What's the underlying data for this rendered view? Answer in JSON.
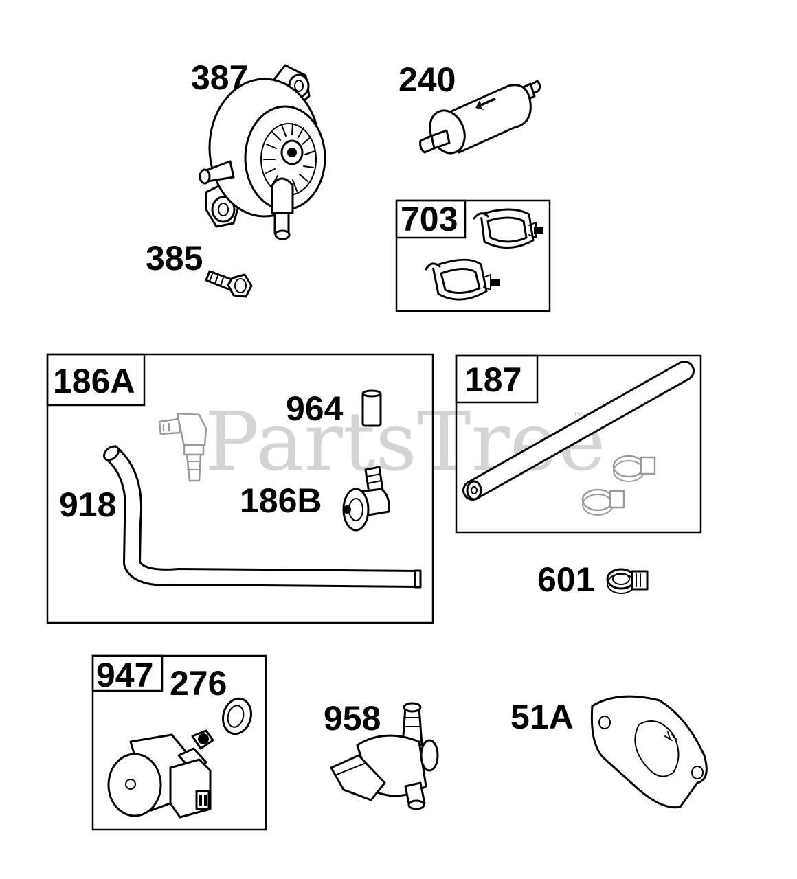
{
  "watermark": "PartsTree",
  "trademark": "™",
  "labels": {
    "p387": "387",
    "p240": "240",
    "p703": "703",
    "p385": "385",
    "p186A": "186A",
    "p964": "964",
    "p186B": "186B",
    "p918": "918",
    "p187": "187",
    "p601": "601",
    "p947": "947",
    "p276": "276",
    "p958": "958",
    "p51A": "51A"
  }
}
